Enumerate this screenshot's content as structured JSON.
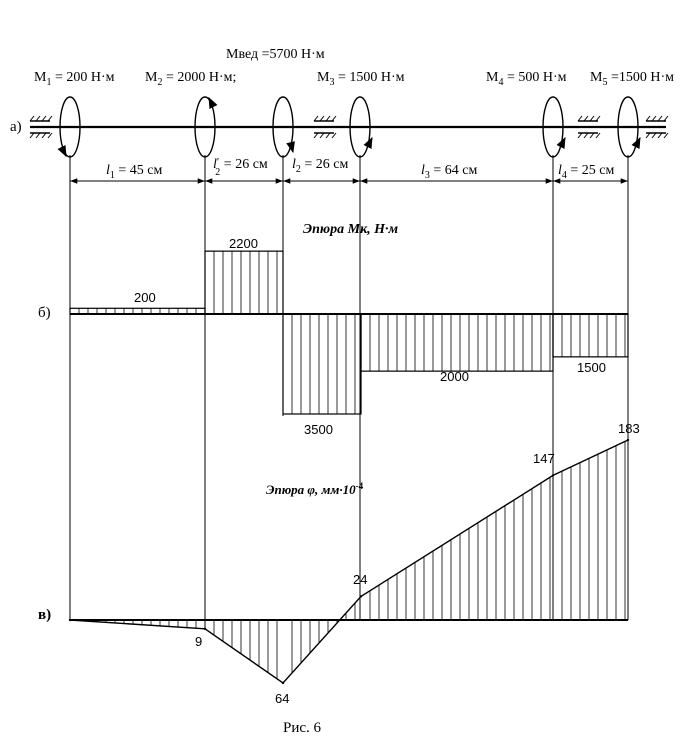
{
  "figure": {
    "caption": "Рис. 6",
    "part_labels": {
      "a": "а)",
      "b": "б)",
      "v": "в)"
    },
    "input_moment": "Mвед =5700 Н·м",
    "moments": [
      {
        "sym": "M",
        "sub": "1",
        "text": " = 200 Н·м"
      },
      {
        "sym": "M",
        "sub": "2",
        "text": " = 2000 Н·м;"
      },
      {
        "sym": "M",
        "sub": "3",
        "text": " = 1500 Н·м"
      },
      {
        "sym": "M",
        "sub": "4",
        "text": " = 500 Н·м"
      },
      {
        "sym": "M",
        "sub": "5",
        "text": " =1500 Н·м"
      }
    ],
    "lengths": [
      {
        "l": "l",
        "sub": "1",
        "text": " = 45 см"
      },
      {
        "l": "l",
        "sup": "′",
        "sub": "2",
        "text": " = 26 см"
      },
      {
        "l": "l",
        "sub": "2",
        "text": " = 26 см"
      },
      {
        "l": "l",
        "sub": "3",
        "text": " = 64 см"
      },
      {
        "l": "l",
        "sub": "4",
        "text": " = 25 см"
      }
    ],
    "torque_diagram": {
      "title": "Эпюра Мк, Н·м",
      "labels": [
        "200",
        "2200",
        "3500",
        "2000",
        "1500"
      ]
    },
    "angle_diagram": {
      "title_main": "Эпюра φ, мм·10",
      "title_exp": "-4",
      "labels": [
        "9",
        "64",
        "24",
        "147",
        "183"
      ]
    }
  },
  "chart_data": [
    {
      "type": "area",
      "title": "Эпюра Мк, Н·м",
      "x": [
        0,
        45,
        71,
        97,
        161,
        186
      ],
      "x_unit": "см",
      "segments": [
        {
          "from": 0,
          "to": 45,
          "value": 200
        },
        {
          "from": 45,
          "to": 71,
          "value": 2200
        },
        {
          "from": 71,
          "to": 97,
          "value": -3500
        },
        {
          "from": 97,
          "to": 161,
          "value": -2000
        },
        {
          "from": 161,
          "to": 186,
          "value": -1500
        }
      ],
      "ylim": [
        -3500,
        2200
      ]
    },
    {
      "type": "line",
      "title": "Эпюра φ, мм·10-4",
      "x": [
        0,
        45,
        71,
        97,
        161,
        186
      ],
      "y": [
        0,
        -9,
        -64,
        24,
        147,
        183
      ],
      "ylim": [
        -64,
        183
      ]
    }
  ]
}
